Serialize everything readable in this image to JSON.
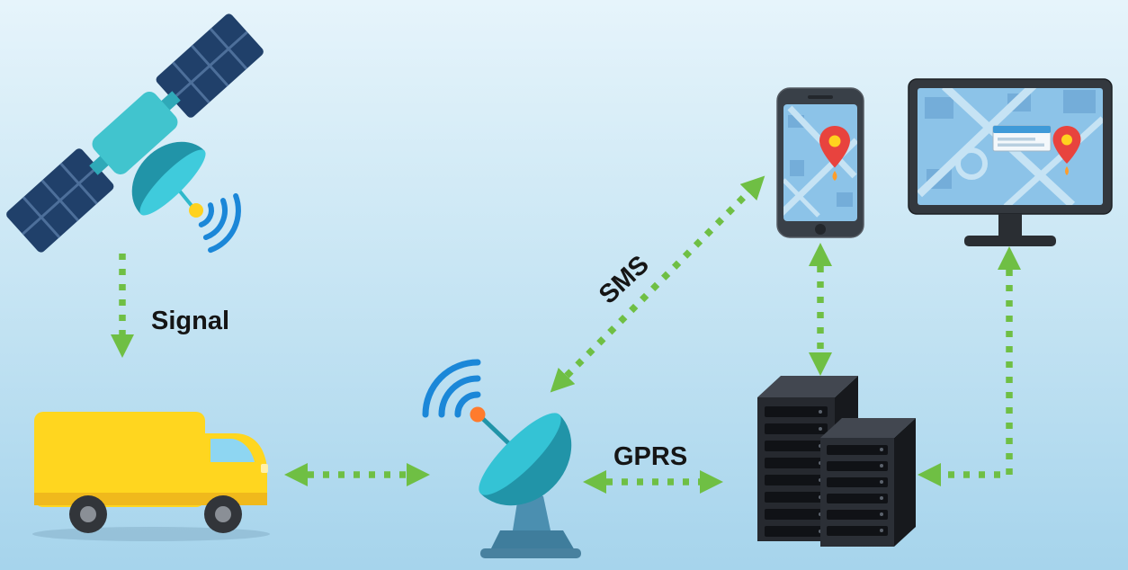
{
  "diagram": {
    "type": "gps-vehicle-tracking-architecture",
    "background": {
      "top": "#e6f4fb",
      "bottom": "#a6d4ec"
    },
    "arrow_color": "#6fbf44",
    "label_text_color": "#151515",
    "labels": {
      "signal": "Signal",
      "sms": "SMS",
      "gprs": "GPRS"
    },
    "nodes": [
      {
        "icon": "satellite-icon"
      },
      {
        "icon": "delivery-van-icon"
      },
      {
        "icon": "antenna-dish-icon"
      },
      {
        "icon": "smartphone-map-icon"
      },
      {
        "icon": "monitor-map-icon"
      },
      {
        "icon": "server-rack-icon"
      }
    ],
    "connections": [
      {
        "from": "satellite",
        "to": "van",
        "label": "Signal",
        "style": "dotted-arrow-down"
      },
      {
        "from": "van",
        "to": "antenna",
        "label": "",
        "style": "dotted-double-arrow"
      },
      {
        "from": "antenna",
        "to": "smartphone",
        "label": "SMS",
        "style": "dotted-double-arrow"
      },
      {
        "from": "antenna",
        "to": "servers",
        "label": "GPRS",
        "style": "dotted-double-arrow"
      },
      {
        "from": "servers",
        "to": "smartphone",
        "label": "",
        "style": "dotted-double-arrow"
      },
      {
        "from": "servers",
        "to": "monitor",
        "label": "",
        "style": "dotted-double-arrow"
      }
    ]
  }
}
